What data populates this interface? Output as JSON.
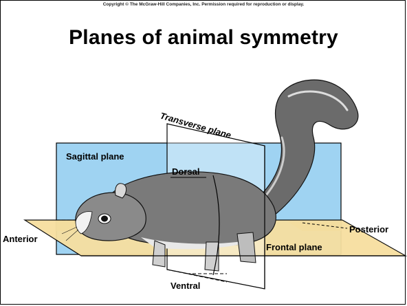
{
  "copyright": "Copyright © The McGraw-Hill Companies, Inc. Permission required for reproduction or display.",
  "title": "Planes of animal symmetry",
  "labels": {
    "sagittal": "Sagittal plane",
    "transverse": "Transverse plane",
    "frontal": "Frontal plane",
    "dorsal": "Dorsal",
    "ventral": "Ventral",
    "anterior": "Anterior",
    "posterior": "Posterior"
  },
  "colors": {
    "sagittal_fill": "#9fd3f2",
    "frontal_fill": "#f7dfa0",
    "ground_fill": "#a9c99b"
  },
  "illustration": "squirrel-drawing"
}
